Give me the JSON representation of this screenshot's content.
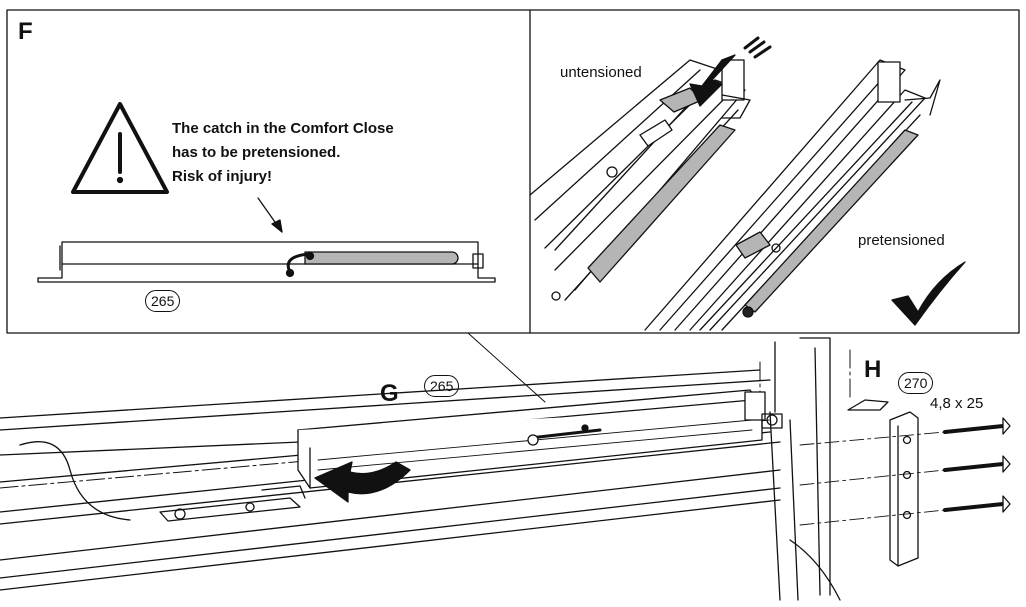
{
  "panel_f": {
    "letter": "F",
    "warning": {
      "line1": "The catch in the Comfort Close",
      "line2": "has to be pretensioned.",
      "line3": "Risk of injury!"
    },
    "part_number": "265",
    "untensioned_label": "untensioned",
    "pretensioned_label": "pretensioned"
  },
  "assembly": {
    "label_g": "G",
    "label_h": "H",
    "part_g": "265",
    "part_h": "270",
    "screw_size": "4,8 x 25"
  },
  "colors": {
    "line": "#111111",
    "fill_light": "#ffffff",
    "fill_grey": "#b5b5b5",
    "fill_dark": "#222222"
  }
}
